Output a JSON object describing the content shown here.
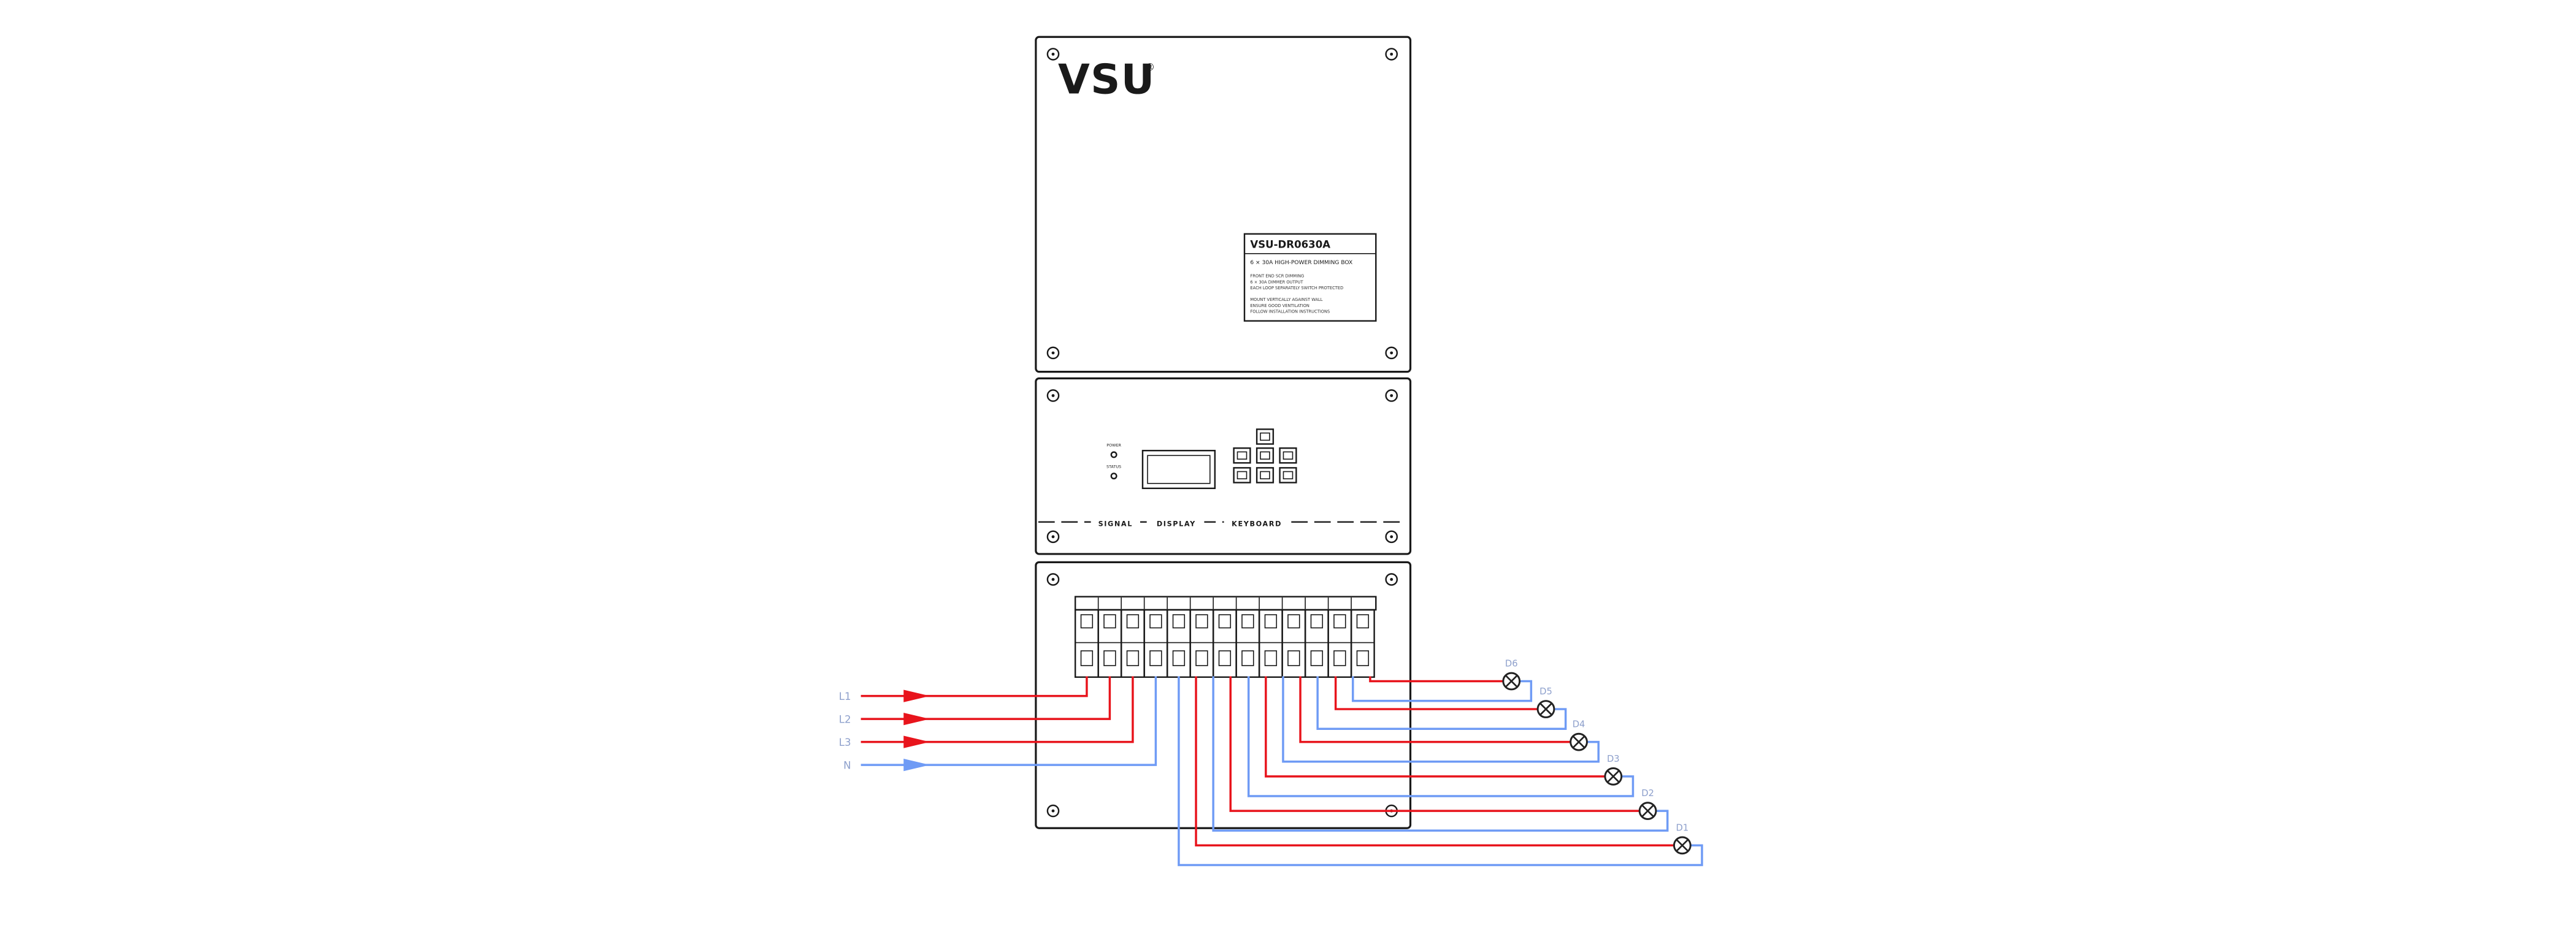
{
  "logo": {
    "text": "VSU",
    "registered": "®"
  },
  "label_box": {
    "model": "VSU-DR0630A",
    "subtitle": "6 × 30A HIGH-POWER DIMMING BOX",
    "notes1": [
      "FRONT END SCR DIMMING",
      "6 × 30A DIMMER OUTPUT",
      "EACH LOOP SEPARATELY SWITCH PROTECTED"
    ],
    "notes2": [
      "MOUNT VERTICALLY AGAINST WALL",
      "ENSURE GOOD VENTILATION",
      "FOLLOW INSTALLATION INSTRUCTIONS"
    ]
  },
  "panel": {
    "power_label": "POWER",
    "status_label": "STATUS",
    "section_labels": [
      "SIGNAL",
      "DISPLAY",
      "KEYBOARD"
    ]
  },
  "inputs": {
    "labels": [
      "L1",
      "L2",
      "L3",
      "N"
    ]
  },
  "lamps": {
    "labels": [
      "D1",
      "D2",
      "D3",
      "D4",
      "D5",
      "D6"
    ]
  },
  "colors": {
    "line": "#1a1a1a",
    "live": "#e8141c",
    "neutral": "#6f9bf5",
    "label": "#8ea0cc"
  }
}
